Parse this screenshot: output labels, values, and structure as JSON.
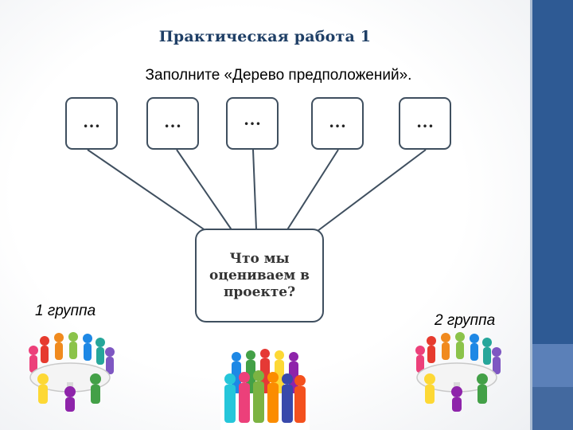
{
  "title": "Практическая работа 1",
  "instruction": "Заполните «Дерево предположений».",
  "tree": {
    "leaves": [
      "…",
      "…",
      "…",
      "…",
      "…"
    ],
    "root": "Что мы оцениваем в проекте?"
  },
  "groups": {
    "left_label": "1 группа",
    "right_label": "2 группа"
  },
  "colors": {
    "sidebar": "#2e5a94",
    "title": "#1f3f66",
    "box_border": "#3f4f5f"
  }
}
